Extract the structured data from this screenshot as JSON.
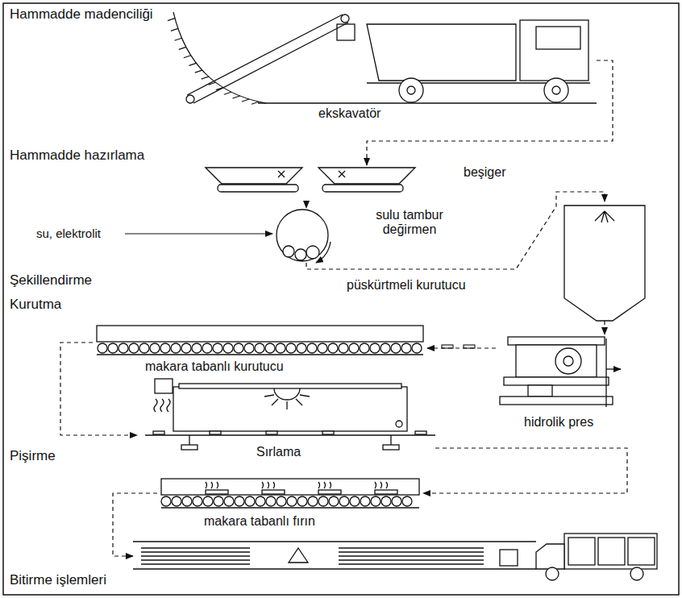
{
  "diagram": {
    "nodes": [
      {
        "text": [
          "ekskavatör"
        ]
      },
      {
        "text": [
          "beşiger"
        ]
      },
      {
        "text": [
          "sulu tambur değirmen"
        ]
      },
      {
        "text": [
          "püskürtmeli kurutucu"
        ]
      },
      {
        "text": [
          "hidrolik pres"
        ]
      },
      {
        "text": [
          "makara tabanlı kurutucu"
        ]
      },
      {
        "text": [
          "Sırlama"
        ]
      },
      {
        "text": [
          "makara tabanlı fırın"
        ]
      }
    ],
    "edges": [
      {
        "from": 0,
        "to": 1,
        "arrow": "to"
      },
      {
        "from": 1,
        "to": 2,
        "arrow": "to"
      },
      {
        "from": 2,
        "to": 3,
        "arrow": "to"
      },
      {
        "from": 3,
        "to": 4,
        "arrow": "to"
      },
      {
        "from": 4,
        "to": 5,
        "arrow": "to"
      },
      {
        "from": 5,
        "to": 6,
        "arrow": "to"
      },
      {
        "from": 6,
        "to": 7,
        "arrow": "to"
      }
    ],
    "labels": [
      "Hammadde madenciliği",
      "Hammadde hazırlama",
      "su, elektrolit",
      "Şekillendirme",
      "Kurutma",
      "Pişirme",
      "Bitirme işlemleri"
    ]
  }
}
